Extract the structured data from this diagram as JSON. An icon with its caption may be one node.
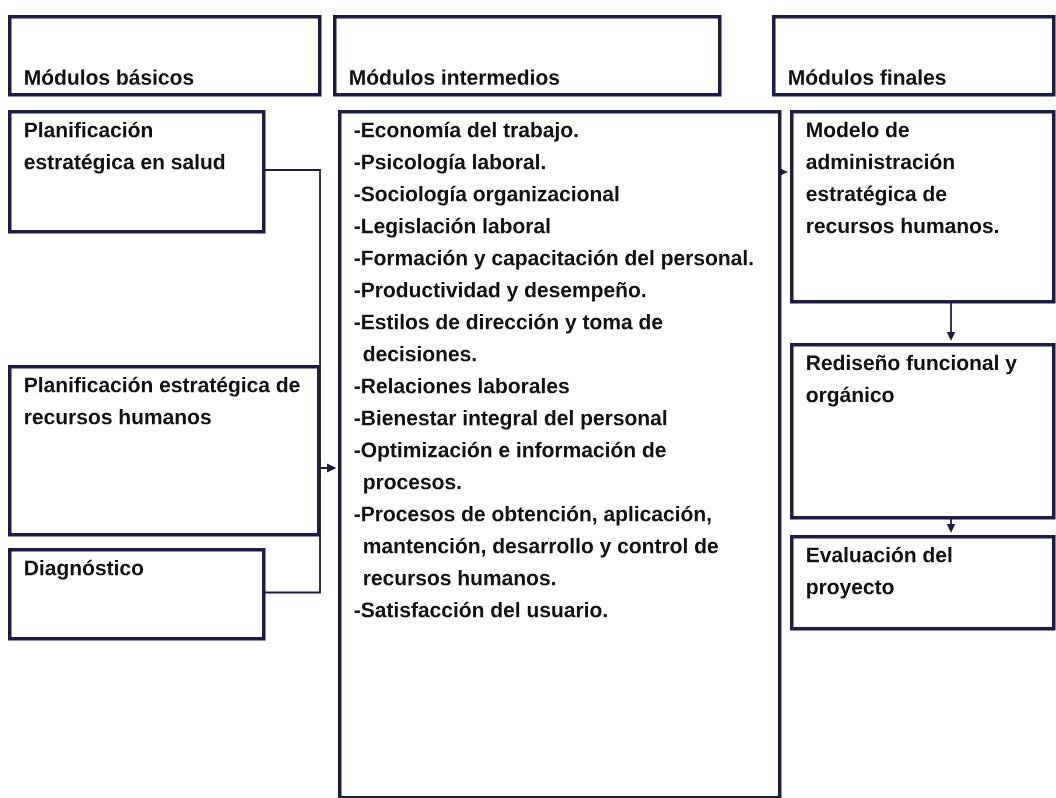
{
  "diagram": {
    "nodes": [
      {
        "text": [
          "Módulos básicos"
        ]
      },
      {
        "text": [
          "Módulos intermedios"
        ]
      },
      {
        "text": [
          "Módulos finales"
        ]
      },
      {
        "text": [
          "Planificación estratégica en salud"
        ]
      },
      {
        "text": [
          "Planificación estratégica de recursos humanos"
        ]
      },
      {
        "text": [
          "Diagnóstico"
        ]
      },
      {
        "text": [
          "-Economía del trabajo.",
          "-Psicología laboral.",
          "-Sociología organizacional",
          "-Legislación laboral",
          "-Formación y capacitación del personal.",
          "-Productividad y desempeño.",
          "-Estilos de dirección y toma de decisiones.",
          "-Relaciones laborales",
          "-Bienestar integral del personal",
          "-Optimización e información de procesos.",
          "-Procesos de obtención, aplicación, mantención, desarrollo y control de recursos humanos.",
          "-Satisfacción del usuario."
        ]
      },
      {
        "text": [
          "Modelo de administración estratégica de recursos humanos."
        ]
      },
      {
        "text": [
          "Rediseño funcional y orgánico"
        ]
      },
      {
        "text": [
          "Evaluación del proyecto"
        ]
      }
    ],
    "edges": [
      {
        "from": 3,
        "to": 6,
        "arrow": "to"
      },
      {
        "from": 4,
        "to": 6,
        "arrow": "to"
      },
      {
        "from": 5,
        "to": 6,
        "arrow": "to"
      },
      {
        "from": 6,
        "to": 7,
        "arrow": "to"
      },
      {
        "from": 7,
        "to": 8,
        "arrow": "to"
      },
      {
        "from": 8,
        "to": 9,
        "arrow": "to"
      }
    ]
  }
}
